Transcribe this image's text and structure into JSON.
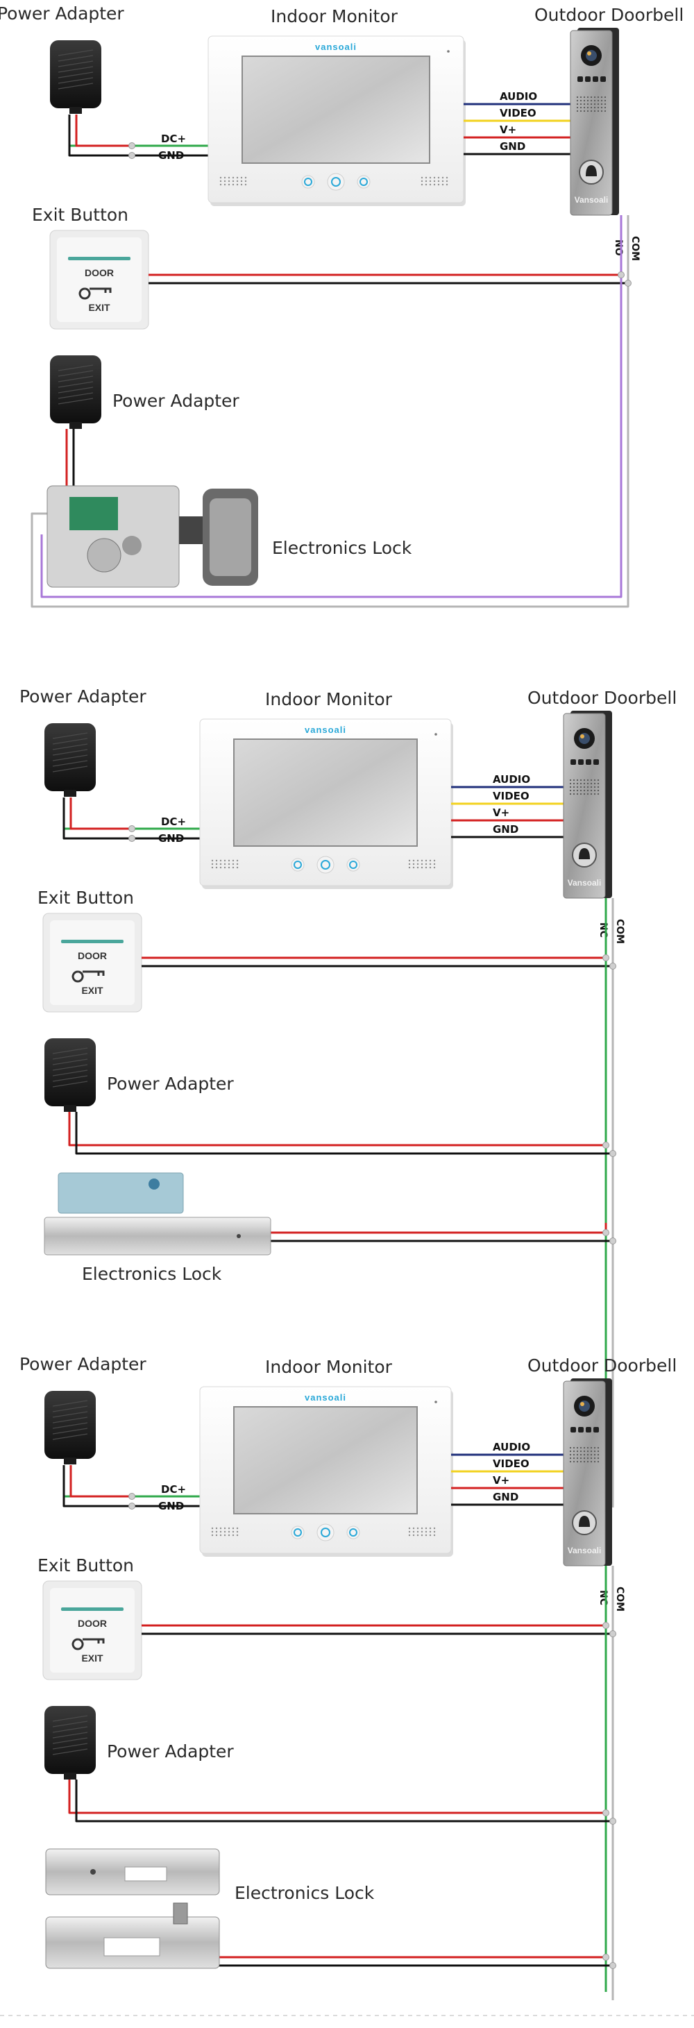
{
  "title": "",
  "panels": [
    {
      "power_adapter": "Power Adapter",
      "indoor_monitor": "Indoor Monitor",
      "outdoor_doorbell": "Outdoor Doorbell",
      "exit_button": "Exit Button",
      "power_adapter_lock": "Power Adapter",
      "electronics_lock": "Electronics Lock",
      "monitor_brand": "vansoali",
      "doorbell_brand": "Vansoali",
      "power_wires": [
        "DC+",
        "GND"
      ],
      "signal_wires": [
        "AUDIO",
        "VIDEO",
        "V+",
        "GND"
      ],
      "doorbell_terminals": [
        "NO",
        "COM"
      ],
      "exit_plate": [
        "DOOR",
        "EXIT"
      ]
    },
    {
      "power_adapter": "Power Adapter",
      "indoor_monitor": "Indoor Monitor",
      "outdoor_doorbell": "Outdoor Doorbell",
      "exit_button": "Exit Button",
      "power_adapter_lock": "Power Adapter",
      "electronics_lock": "Electronics Lock",
      "monitor_brand": "vansoali",
      "doorbell_brand": "Vansoali",
      "power_wires": [
        "DC+",
        "GND"
      ],
      "signal_wires": [
        "AUDIO",
        "VIDEO",
        "V+",
        "GND"
      ],
      "doorbell_terminals": [
        "NC",
        "COM"
      ],
      "exit_plate": [
        "DOOR",
        "EXIT"
      ]
    },
    {
      "power_adapter": "Power Adapter",
      "indoor_monitor": "Indoor Monitor",
      "outdoor_doorbell": "Outdoor Doorbell",
      "exit_button": "Exit Button",
      "power_adapter_lock": "Power Adapter",
      "electronics_lock": "Electronics Lock",
      "monitor_brand": "vansoali",
      "doorbell_brand": "Vansoali",
      "power_wires": [
        "DC+",
        "GND"
      ],
      "signal_wires": [
        "AUDIO",
        "VIDEO",
        "V+",
        "GND"
      ],
      "doorbell_terminals": [
        "NC",
        "COM"
      ],
      "exit_plate": [
        "DOOR",
        "EXIT"
      ]
    }
  ],
  "colors": {
    "audio": "#1f2f7a",
    "video": "#f2d21e",
    "vplus": "#d32020",
    "gnd": "#111111",
    "green": "#2fa84a",
    "purple": "#a877d8",
    "gray": "#b5b5b5",
    "lock_red": "#d32020"
  }
}
